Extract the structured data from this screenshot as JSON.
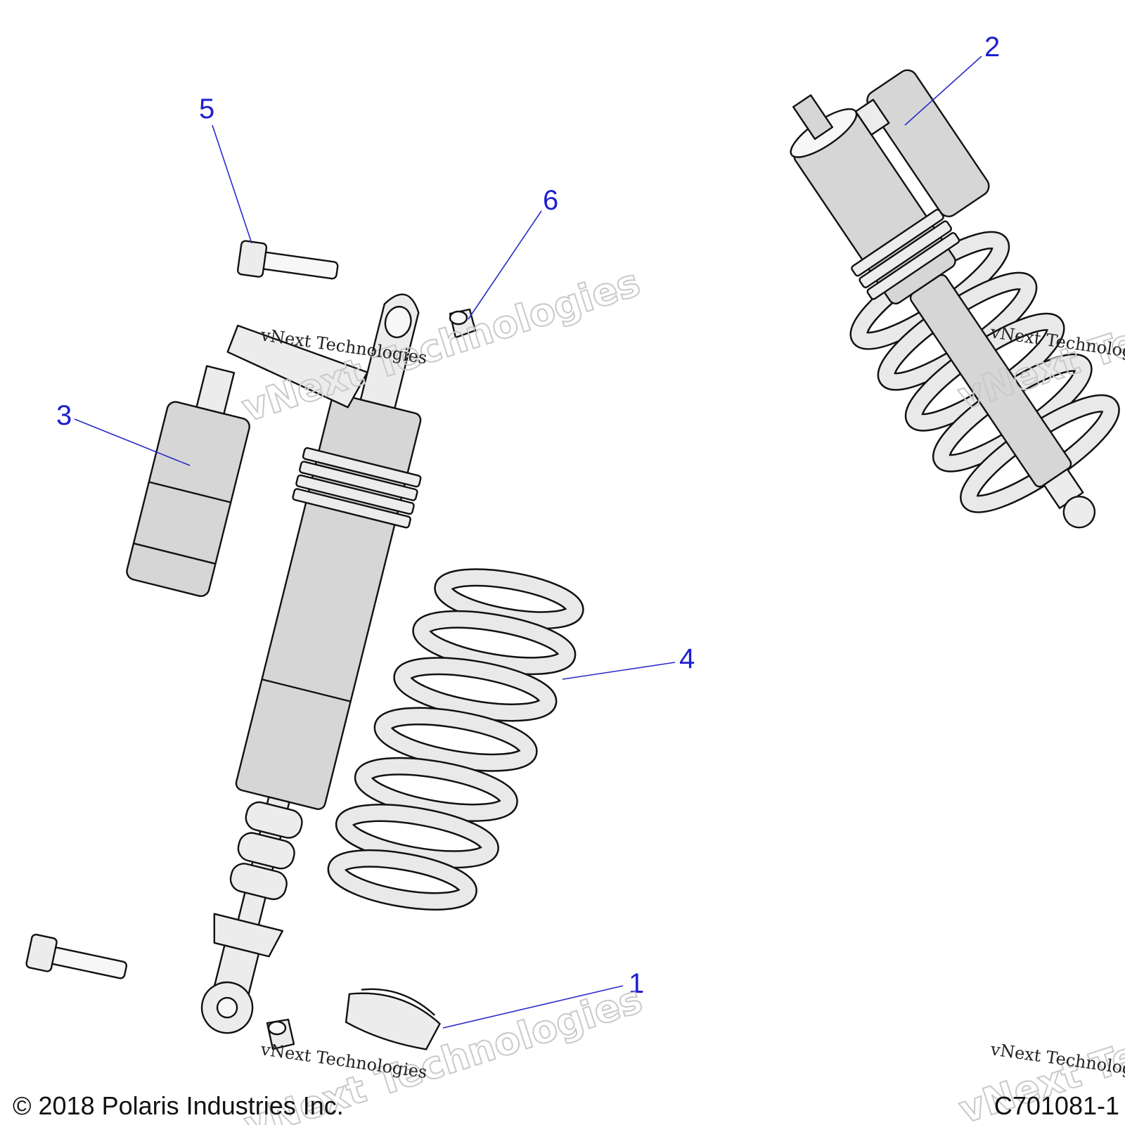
{
  "callouts": [
    {
      "id": "1",
      "label": "1"
    },
    {
      "id": "2",
      "label": "2"
    },
    {
      "id": "3",
      "label": "3"
    },
    {
      "id": "4",
      "label": "4"
    },
    {
      "id": "5",
      "label": "5"
    },
    {
      "id": "6",
      "label": "6"
    }
  ],
  "watermarks": [
    "vNext Technologies",
    "vNext Technologies",
    "vNext Technologies",
    "vNext Technologies"
  ],
  "footer": {
    "copyright": "© 2018 Polaris Industries Inc.",
    "figure_id": "C701081-1"
  },
  "colors": {
    "callout": "#1f1fd0",
    "part_fill": "#d6d6d6",
    "outline": "#111111"
  }
}
